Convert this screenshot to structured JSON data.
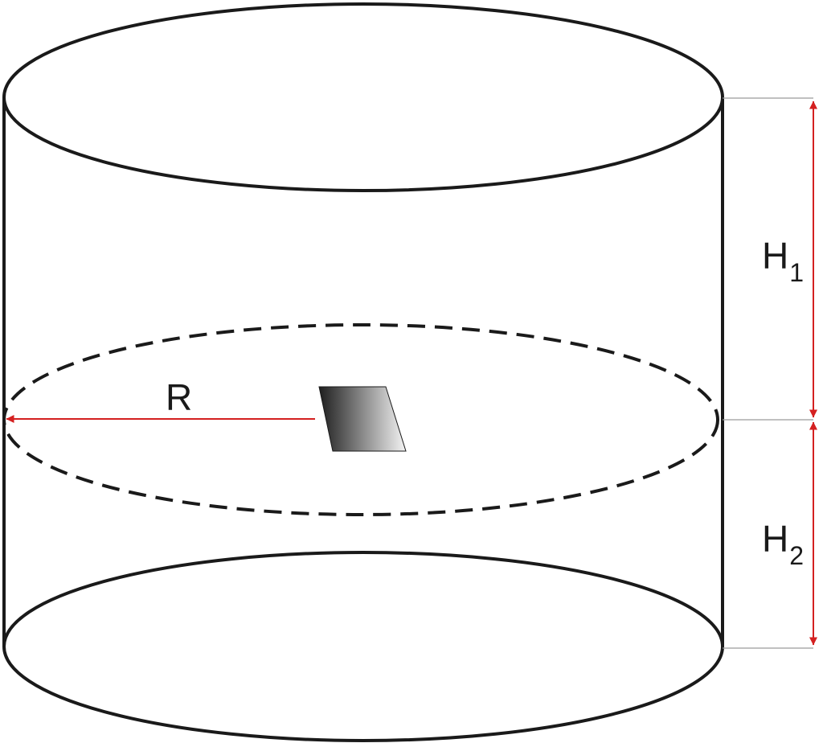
{
  "labels": {
    "radius": "R",
    "height1": {
      "main": "H",
      "sub": "1"
    },
    "height2": {
      "main": "H",
      "sub": "2"
    }
  },
  "colors": {
    "outline": "#1a1a1a",
    "dimension": "#d42020",
    "guide": "#9a9a9a",
    "element_dark": "#1e1e1e",
    "element_light": "#f4f4f4"
  }
}
